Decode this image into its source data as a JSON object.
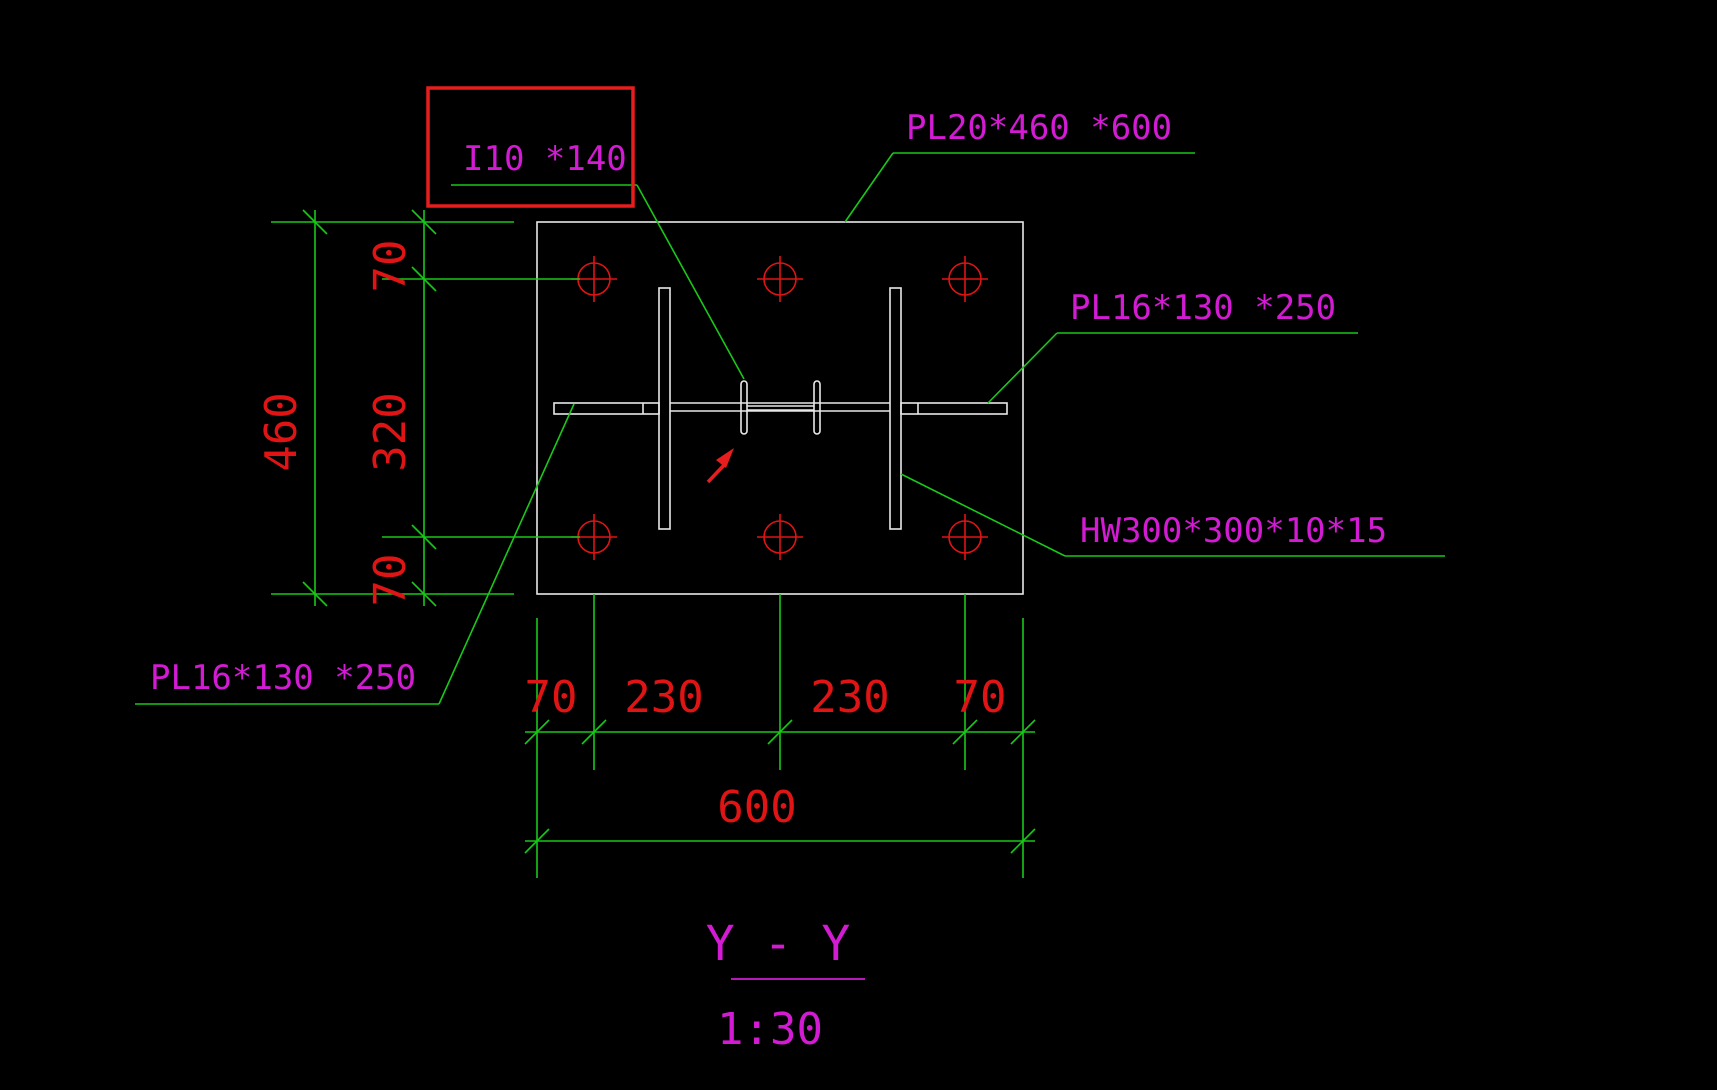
{
  "colors": {
    "background": "#000000",
    "dimension_line": "#19c819",
    "outline": "#e8e8e8",
    "dimension_text": "#e01414",
    "label_text": "#d21bd2",
    "highlight": "#e81e1e"
  },
  "labels": {
    "stiffener_member": "I10 *140",
    "base_plate": "PL20*460 *600",
    "rib_right": "PL16*130 *250",
    "column": "HW300*300*10*15",
    "rib_left": "PL16*130 *250"
  },
  "dimensions": {
    "plate_height": "460",
    "bolt_spacing_vertical": "320",
    "edge_top": "70",
    "edge_bottom": "70",
    "edge_left": "70",
    "bolt_spacing_left": "230",
    "bolt_spacing_right": "230",
    "edge_right": "70",
    "plate_width": "600"
  },
  "section": {
    "title": "Y - Y",
    "scale": "1:30"
  },
  "icons": {
    "bolt_hole": "bolt-hole-icon",
    "arrow": "pointer-arrow-icon"
  }
}
